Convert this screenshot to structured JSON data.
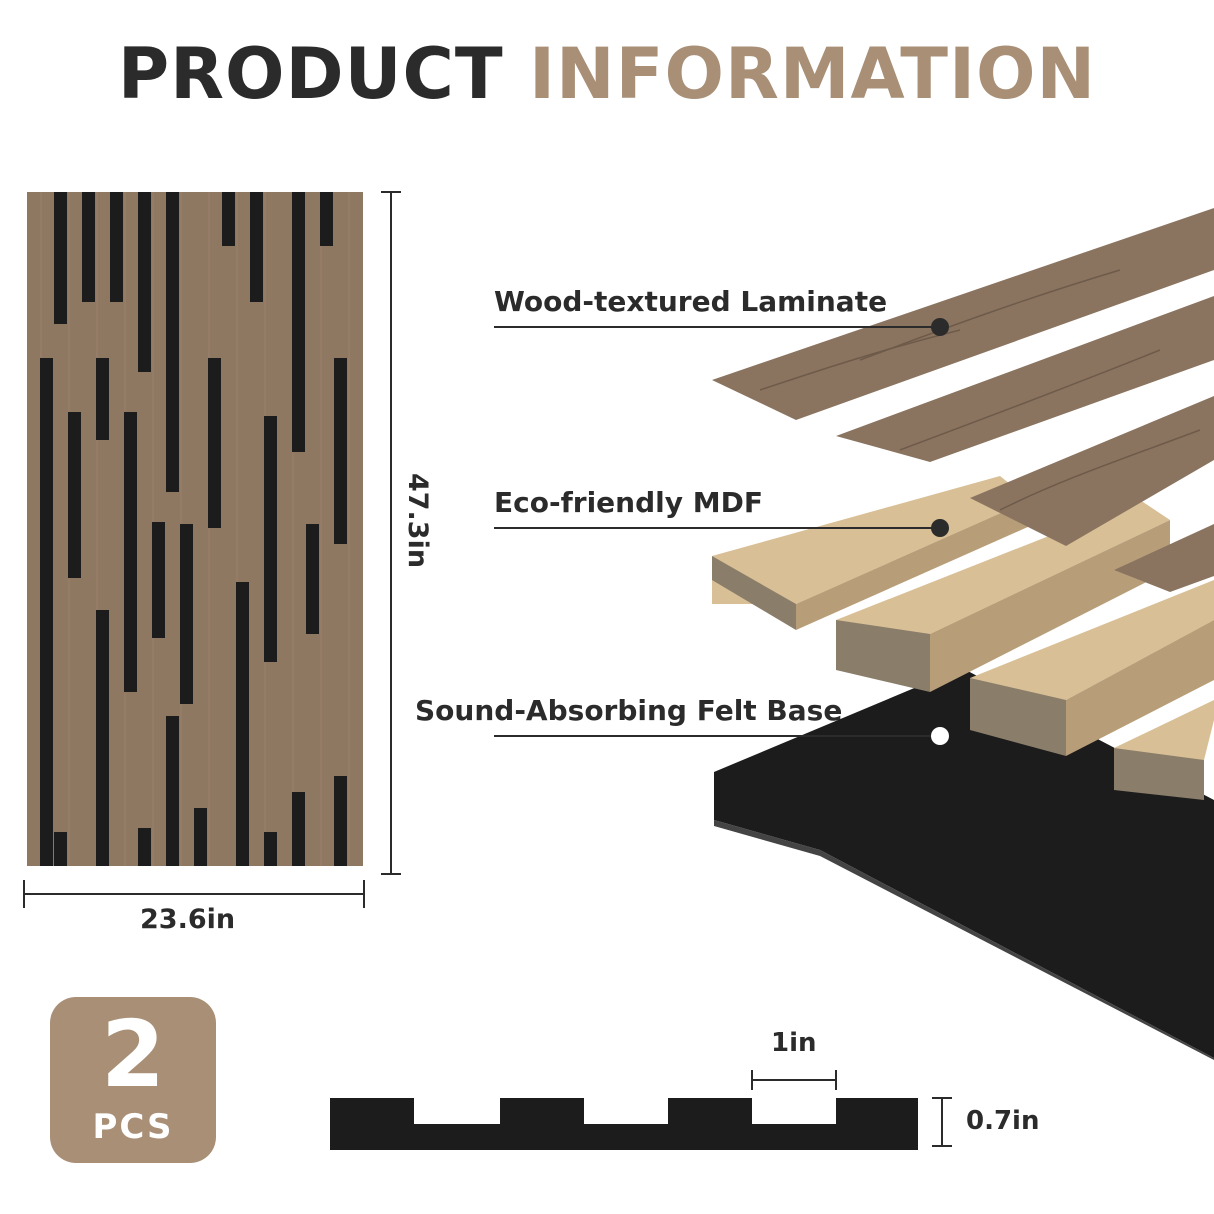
{
  "title": {
    "part1": "PRODUCT",
    "part2": "INFORMATION"
  },
  "colors": {
    "dark": "#2b2b2b",
    "accent": "#a88f76",
    "wood": "#8a7460",
    "mdf": "#d8bf95",
    "felt": "#1c1c1c"
  },
  "panel": {
    "width_label": "23.6in",
    "height_label": "47.3in"
  },
  "layers": {
    "laminate": "Wood-textured Laminate",
    "mdf": "Eco-friendly MDF",
    "felt": "Sound-Absorbing Felt Base"
  },
  "badge": {
    "quantity": "2",
    "unit": "PCS"
  },
  "profile": {
    "slat_width": "1in",
    "thickness": "0.7in"
  }
}
